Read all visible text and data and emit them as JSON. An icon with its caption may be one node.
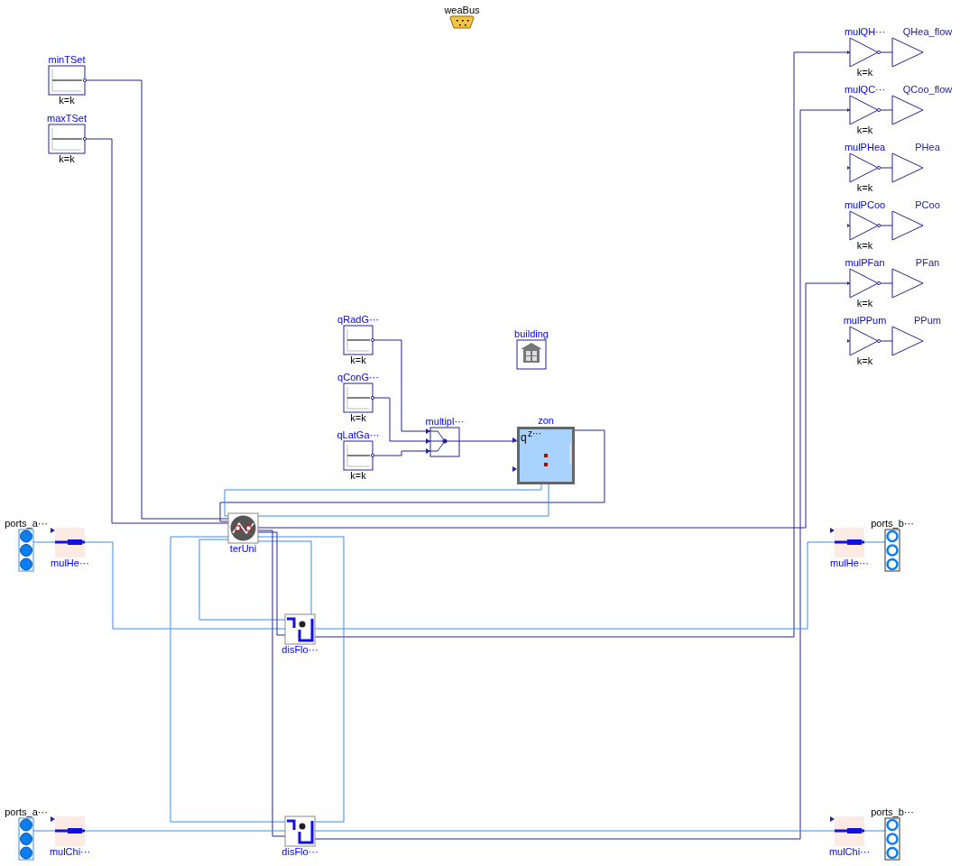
{
  "diagram": {
    "nodes": [
      {
        "text": [
          "weaBus"
        ]
      },
      {
        "text": [
          "minTSet"
        ],
        "beside": [
          "k=k"
        ]
      },
      {
        "text": [
          "maxTSet"
        ],
        "beside": [
          "k=k"
        ]
      },
      {
        "text": [
          "mulQH···"
        ],
        "beside": [
          "k=k"
        ]
      },
      {
        "text": [
          "QHea_flow"
        ]
      },
      {
        "text": [
          "mulQC···"
        ],
        "beside": [
          "k=k"
        ]
      },
      {
        "text": [
          "QCoo_flow"
        ]
      },
      {
        "text": [
          "mulPHea"
        ],
        "beside": [
          "k=k"
        ]
      },
      {
        "text": [
          "PHea"
        ]
      },
      {
        "text": [
          "mulPCoo"
        ],
        "beside": [
          "k=k"
        ]
      },
      {
        "text": [
          "PCoo"
        ]
      },
      {
        "text": [
          "mulPFan"
        ],
        "beside": [
          "k=k"
        ]
      },
      {
        "text": [
          "PFan"
        ]
      },
      {
        "text": [
          "mulPPum"
        ],
        "beside": [
          "k=k"
        ]
      },
      {
        "text": [
          "PPum"
        ]
      },
      {
        "text": [
          "qRadG···"
        ],
        "beside": [
          "k=k"
        ]
      },
      {
        "text": [
          "building"
        ]
      },
      {
        "text": [
          "qConG···"
        ],
        "beside": [
          "k=k"
        ]
      },
      {
        "text": [
          "multipl···"
        ]
      },
      {
        "text": [
          "qLatGa···"
        ],
        "beside": [
          "k=k"
        ]
      },
      {
        "text": [
          "zon",
          "q",
          "z···"
        ]
      },
      {
        "text": [
          "ports_a···"
        ]
      },
      {
        "text": [
          "mulHe···"
        ]
      },
      {
        "text": [
          "terUni"
        ]
      },
      {
        "text": [
          "ports_b···"
        ]
      },
      {
        "text": [
          "mulHe···"
        ]
      },
      {
        "text": [
          "disFlo···"
        ]
      },
      {
        "text": [
          "ports_a···"
        ]
      },
      {
        "text": [
          "mulChi···"
        ]
      },
      {
        "text": [
          "disFlo···"
        ]
      },
      {
        "text": [
          "mulChi···"
        ]
      },
      {
        "text": [
          "ports_b···"
        ]
      }
    ],
    "edges": [
      {
        "from": 1,
        "to": 23,
        "arrow": "none"
      },
      {
        "from": 2,
        "to": 23,
        "arrow": "none"
      },
      {
        "from": 3,
        "to": 4,
        "arrow": "none"
      },
      {
        "from": 5,
        "to": 6,
        "arrow": "none"
      },
      {
        "from": 7,
        "to": 8,
        "arrow": "none"
      },
      {
        "from": 9,
        "to": 10,
        "arrow": "none"
      },
      {
        "from": 11,
        "to": 12,
        "arrow": "none"
      },
      {
        "from": 13,
        "to": 14,
        "arrow": "none"
      },
      {
        "from": 26,
        "to": 3,
        "arrow": "none"
      },
      {
        "from": 29,
        "to": 5,
        "arrow": "none"
      },
      {
        "from": 23,
        "to": 11,
        "arrow": "none"
      },
      {
        "from": 15,
        "to": 18,
        "arrow": "none"
      },
      {
        "from": 17,
        "to": 18,
        "arrow": "none"
      },
      {
        "from": 19,
        "to": 18,
        "arrow": "none"
      },
      {
        "from": 18,
        "to": 20,
        "arrow": "none"
      },
      {
        "from": 20,
        "to": 23,
        "arrow": "none"
      },
      {
        "from": 20,
        "to": 23,
        "arrow": "none",
        "color": "#3a8ee6"
      },
      {
        "from": 20,
        "to": 23,
        "arrow": "none",
        "color": "#3a8ee6"
      },
      {
        "from": 21,
        "to": 22,
        "arrow": "none",
        "color": "#3a8ee6"
      },
      {
        "from": 22,
        "to": 26,
        "arrow": "none",
        "color": "#3a8ee6"
      },
      {
        "from": 26,
        "to": 25,
        "arrow": "none",
        "color": "#3a8ee6"
      },
      {
        "from": 25,
        "to": 24,
        "arrow": "none",
        "color": "#3a8ee6"
      },
      {
        "from": 23,
        "to": 26,
        "arrow": "none",
        "color": "#3a8ee6"
      },
      {
        "from": 23,
        "to": 26,
        "arrow": "none",
        "color": "#3a8ee6"
      },
      {
        "from": 23,
        "to": 26,
        "arrow": "none"
      },
      {
        "from": 23,
        "to": 29,
        "arrow": "none",
        "color": "#3a8ee6"
      },
      {
        "from": 23,
        "to": 29,
        "arrow": "none",
        "color": "#3a8ee6"
      },
      {
        "from": 23,
        "to": 29,
        "arrow": "none"
      },
      {
        "from": 27,
        "to": 28,
        "arrow": "none",
        "color": "#3a8ee6"
      },
      {
        "from": 28,
        "to": 29,
        "arrow": "none",
        "color": "#3a8ee6"
      },
      {
        "from": 29,
        "to": 30,
        "arrow": "none",
        "color": "#3a8ee6"
      },
      {
        "from": 30,
        "to": 31,
        "arrow": "none",
        "color": "#3a8ee6"
      }
    ]
  }
}
